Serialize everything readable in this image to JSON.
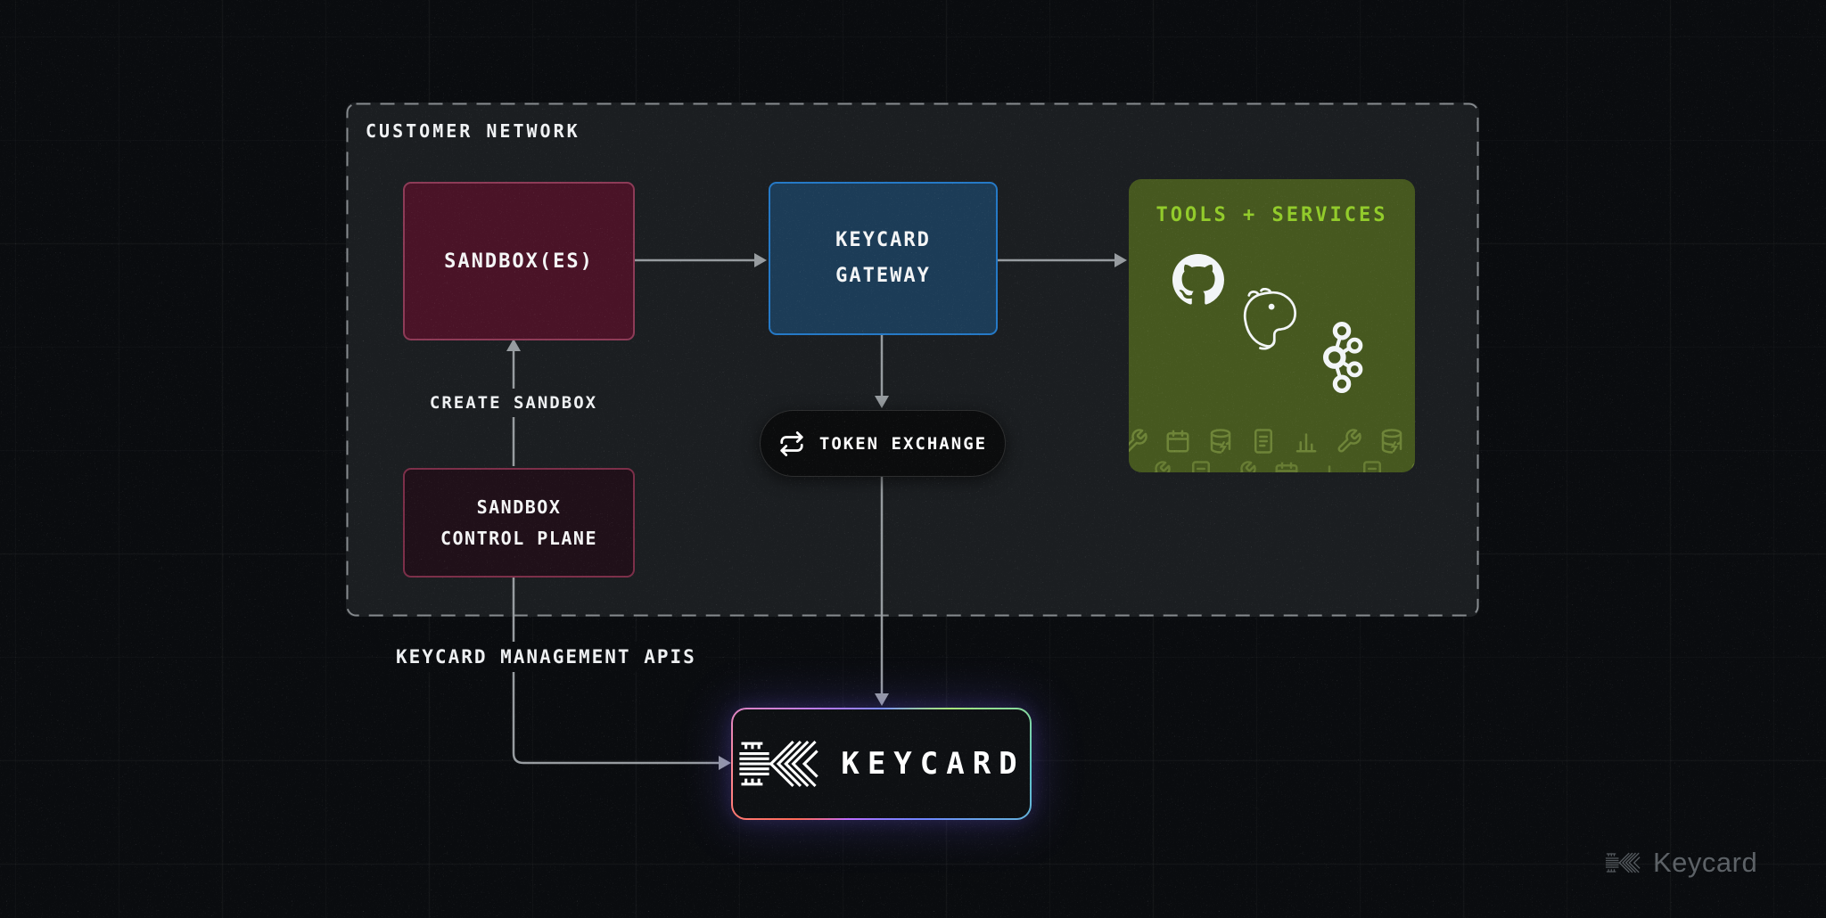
{
  "panel": {
    "title": "CUSTOMER NETWORK"
  },
  "nodes": {
    "sandbox": {
      "label": "SANDBOX(ES)"
    },
    "gateway": {
      "label": "KEYCARD\nGATEWAY"
    },
    "tools": {
      "title": "TOOLS + SERVICES",
      "icons": [
        "github-icon",
        "postgresql-icon",
        "kafka-icon"
      ],
      "faded_icons": [
        "wrench-icon",
        "calendar-icon",
        "database-icon",
        "document-icon",
        "bar-chart-icon"
      ]
    },
    "control_plane": {
      "label": "SANDBOX\nCONTROL PLANE"
    },
    "token_exchange": {
      "label": "TOKEN EXCHANGE",
      "icon": "repeat-icon"
    },
    "keycard": {
      "label": "KEYCARD",
      "icon": "keycard-logo-mark"
    }
  },
  "edges": {
    "create_sandbox_label": "CREATE SANDBOX",
    "management_apis_label": "KEYCARD MANAGEMENT APIS"
  },
  "watermark": {
    "label": "Keycard",
    "icon": "keycard-logo-mark"
  },
  "colors": {
    "page_bg": "#0a0c0f",
    "panel_bg": "#1b1e21",
    "sandbox_fill": "#4a1327",
    "sandbox_border": "#8d3b57",
    "gateway_fill": "#1c3c57",
    "gateway_border": "#2579c6",
    "tools_fill": "#46581f",
    "tools_accent": "#92cb2b",
    "tools_icon": "#a6c25c",
    "control_plane_fill": "#201019",
    "control_plane_border": "#7c2f49",
    "pill_fill": "#0b0c0d",
    "keycard_fill": "#0e1013",
    "line": "#979ca0"
  }
}
